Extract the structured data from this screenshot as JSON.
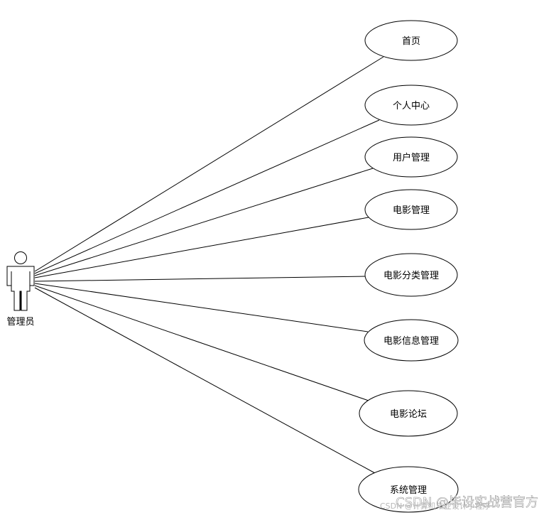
{
  "actor": {
    "label": "管理员"
  },
  "use_cases": [
    {
      "label": "首页"
    },
    {
      "label": "个人中心"
    },
    {
      "label": "用户管理"
    },
    {
      "label": "电影管理"
    },
    {
      "label": "电影分类管理"
    },
    {
      "label": "电影信息管理"
    },
    {
      "label": "电影论坛"
    },
    {
      "label": "系统管理"
    }
  ],
  "watermark": {
    "large": "CSDN @毕设实战营官方",
    "small": "CSDN @计算机毕业设计小程序"
  }
}
